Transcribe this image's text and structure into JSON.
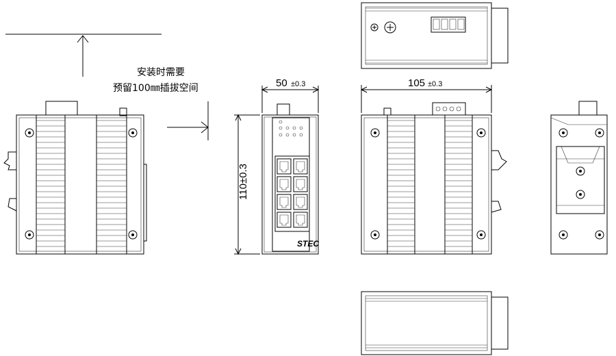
{
  "annotations": {
    "clearance_line1": "安装时需要",
    "clearance_line2": "预留100㎜插拔空间",
    "width_dim": "50",
    "width_tol": "±0.3",
    "depth_dim": "105",
    "depth_tol": "±0.3",
    "height_dim": "110±0.3"
  },
  "device": {
    "logo": "STEC",
    "port_count": 8,
    "led_count": 9
  },
  "colors": {
    "line": "#000000",
    "background": "#ffffff"
  }
}
